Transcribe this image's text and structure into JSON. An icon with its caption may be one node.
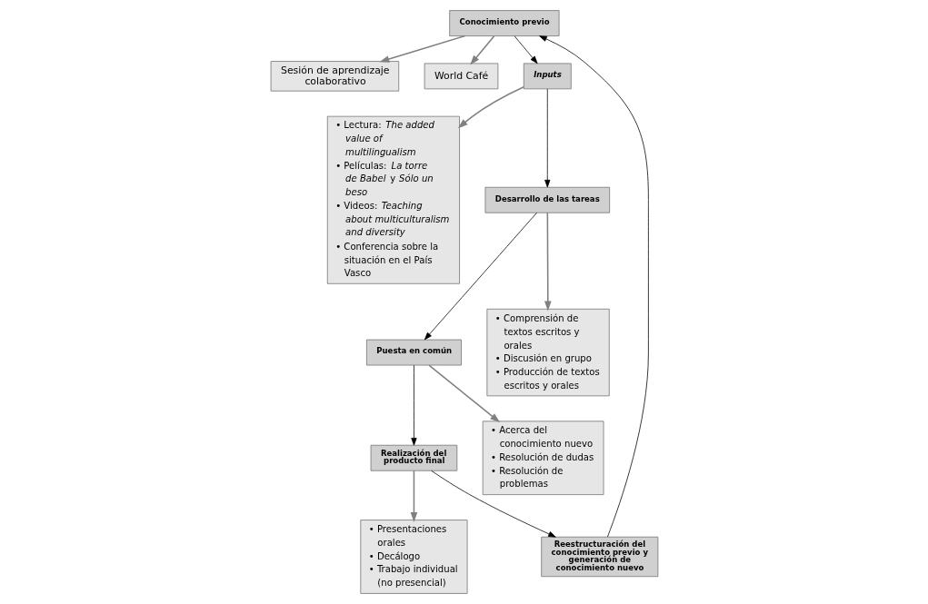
{
  "diagram": {
    "nodes": [
      {
        "text": [
          "Sesión de aprendizaje colaborativo"
        ]
      },
      {
        "text": [
          "World Café"
        ]
      },
      {
        "text": [
          "Conocimiento previo"
        ]
      },
      {
        "text": [
          "Reestructuración del conocimiento previo y generación de conocimiento nuevo"
        ]
      },
      {
        "text": [
          "Inputs"
        ]
      },
      {
        "text": [
          "• Lectura: *The added value of multilingualism*",
          "• Películas: *La torre de Babel* y *Sólo un beso*",
          "• Videos: *Teaching about multiculturalism and diversity*",
          "• Conferencia sobre la situación en el País Vasco"
        ]
      },
      {
        "text": [
          "Realización del producto final"
        ]
      },
      {
        "text": [
          "Desarrollo de las tareas"
        ]
      },
      {
        "text": [
          "Puesta en común"
        ]
      },
      {
        "text": [
          "• Presentaciones orales",
          "• Decálogo",
          "• Trabajo individual (no presencial)"
        ]
      },
      {
        "text": [
          "• Acerca del conocimiento nuevo",
          "• Resolución de dudas",
          "• Resolución de problemas"
        ]
      },
      {
        "text": [
          "• Comprensión de textos escritos y orales",
          "• Discusión en grupo",
          "• Producción de textos escritos y orales"
        ]
      }
    ],
    "edges": [
      {
        "from": 2,
        "to": 0,
        "arrow": "to",
        "color": "#808080"
      },
      {
        "from": 2,
        "to": 1,
        "arrow": "to",
        "color": "#808080"
      },
      {
        "from": 3,
        "to": 2,
        "arrow": "to",
        "color": "#000000"
      },
      {
        "from": 2,
        "to": 4,
        "arrow": "to",
        "color": "#000000"
      },
      {
        "from": 4,
        "to": 5,
        "arrow": "to",
        "color": "#808080"
      },
      {
        "from": 4,
        "to": 7,
        "arrow": "to",
        "color": "#000000"
      },
      {
        "from": 7,
        "to": 8,
        "arrow": "to",
        "color": "#000000"
      },
      {
        "from": 8,
        "to": 6,
        "arrow": "to",
        "color": "#000000"
      },
      {
        "from": 6,
        "to": 3,
        "arrow": "to",
        "color": "#000000"
      },
      {
        "from": 6,
        "to": 9,
        "arrow": "to",
        "color": "#808080"
      },
      {
        "from": 8,
        "to": 10,
        "arrow": "to",
        "color": "#808080"
      },
      {
        "from": 7,
        "to": 11,
        "arrow": "to",
        "color": "#808080"
      }
    ]
  }
}
